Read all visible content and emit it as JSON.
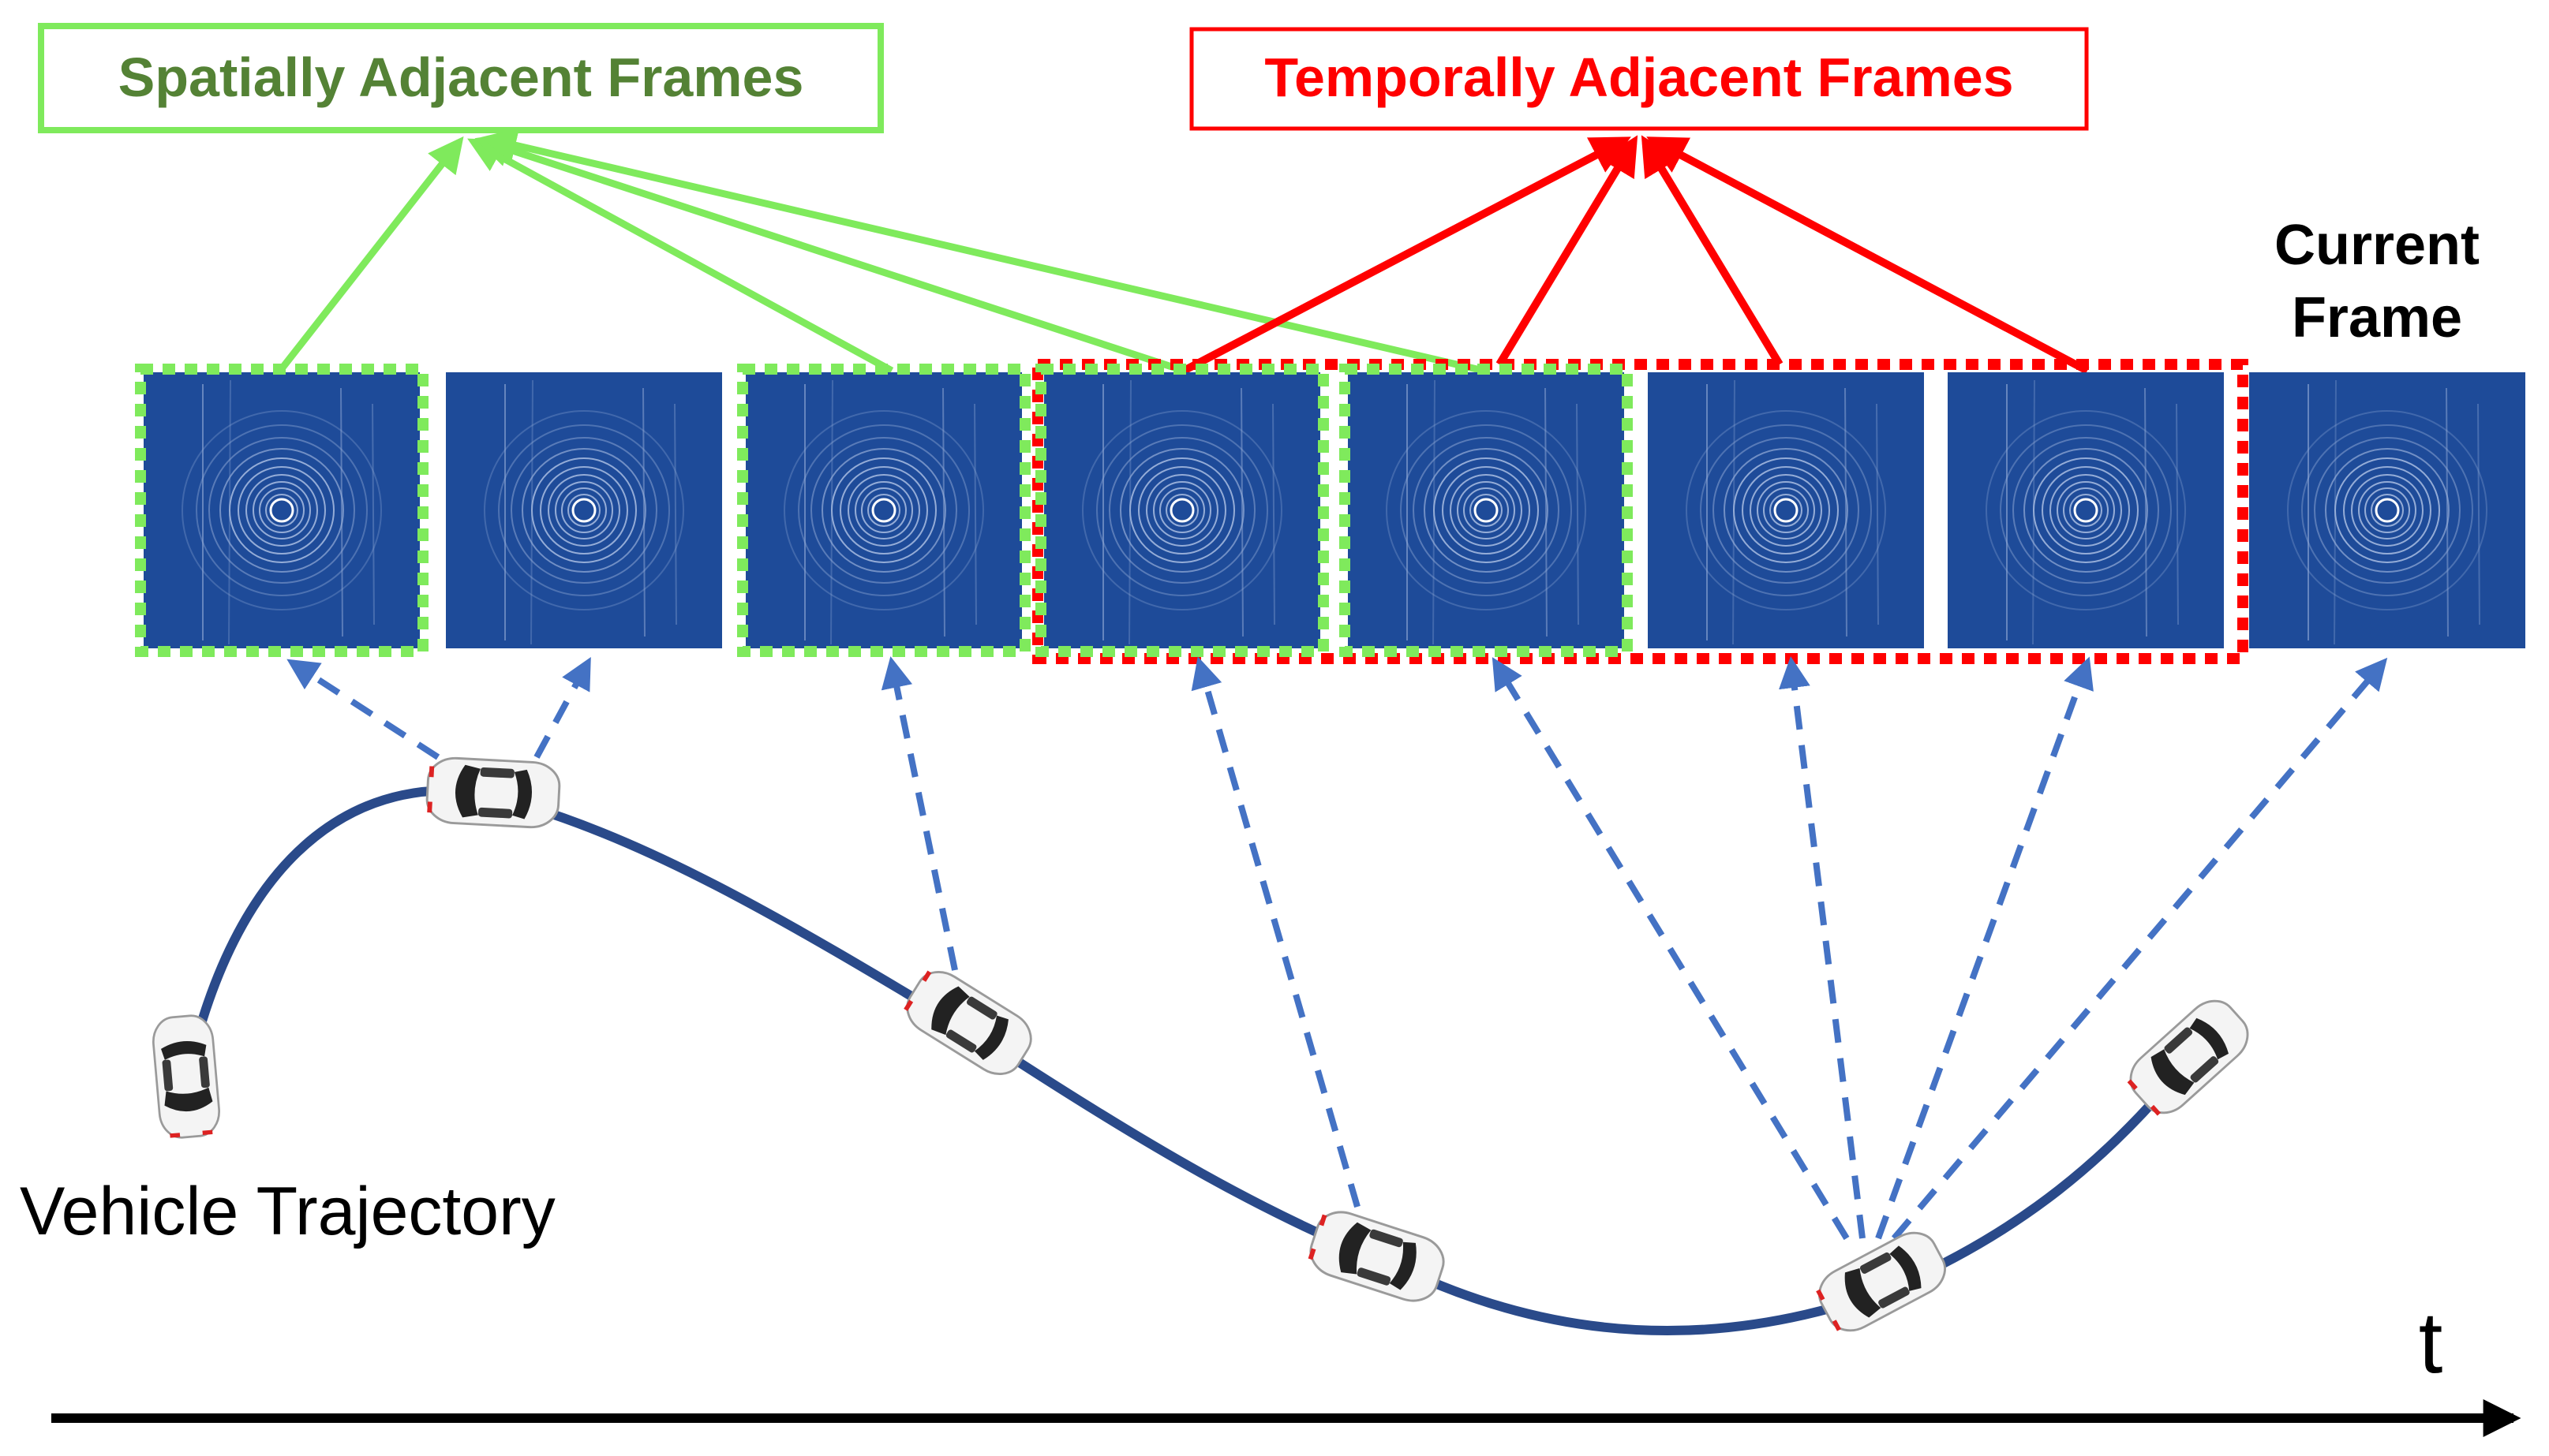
{
  "labels": {
    "spatial": "Spatially Adjacent Frames",
    "temporal": "Temporally Adjacent Frames",
    "current_line1": "Current",
    "current_line2": "Frame",
    "trajectory": "Vehicle Trajectory",
    "time_axis": "t"
  },
  "colors": {
    "spatial": "#7fea5c",
    "spatial_text": "#548235",
    "temporal": "#ff0000",
    "frame_fill": "#1e4b99",
    "trajectory": "#2a4a8a",
    "dashed": "#4472c4",
    "axis": "#000000"
  },
  "frames": [
    {
      "id": 1,
      "group": "spatial"
    },
    {
      "id": 2,
      "group": "none"
    },
    {
      "id": 3,
      "group": "spatial"
    },
    {
      "id": 4,
      "group": "spatial+temporal"
    },
    {
      "id": 5,
      "group": "spatial+temporal"
    },
    {
      "id": 6,
      "group": "temporal"
    },
    {
      "id": 7,
      "group": "temporal"
    },
    {
      "id": 8,
      "group": "current"
    }
  ],
  "vehicles": [
    1,
    2,
    3,
    4,
    5,
    6
  ]
}
